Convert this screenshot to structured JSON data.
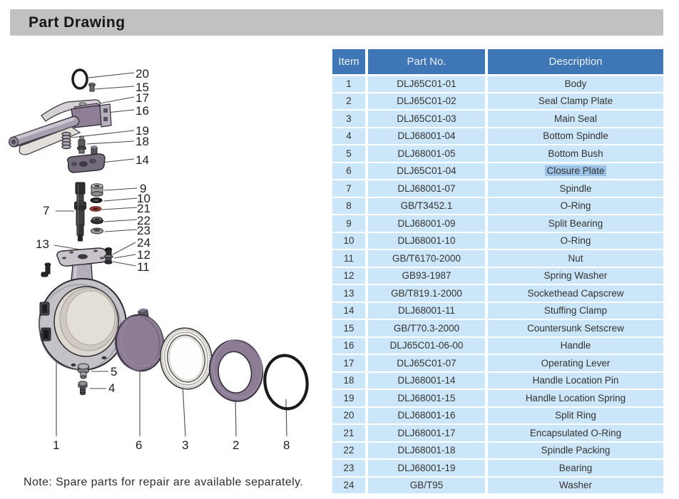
{
  "page": {
    "title": "Part Drawing",
    "note": "Note: Spare parts for repair are available separately."
  },
  "colors": {
    "title-bar-gray": "#c1c1c1",
    "header-blue": "#3e76b6",
    "row-blue": "#cbe6f8",
    "selection-blue": "#9cc3e5"
  },
  "drawing": {
    "callouts": [
      "20",
      "15",
      "17",
      "16",
      "19",
      "18",
      "14",
      "9",
      "10",
      "21",
      "22",
      "23",
      "7",
      "13",
      "24",
      "12",
      "11",
      "5",
      "4",
      "1",
      "6",
      "3",
      "2",
      "8"
    ]
  },
  "table": {
    "headers": [
      "Item",
      "Part No.",
      "Description"
    ],
    "highlighted_item": "6",
    "rows": [
      [
        "1",
        "DLJ65C01-01",
        "Body"
      ],
      [
        "2",
        "DLJ65C01-02",
        "Seal Clamp Plate"
      ],
      [
        "3",
        "DLJ65C01-03",
        "Main Seal"
      ],
      [
        "4",
        "DLJ68001-04",
        "Bottom Spindle"
      ],
      [
        "5",
        "DLJ68001-05",
        "Bottom Bush"
      ],
      [
        "6",
        "DLJ65C01-04",
        "Closure Plate"
      ],
      [
        "7",
        "DLJ68001-07",
        "Spindle"
      ],
      [
        "8",
        "GB/T3452.1",
        "O-Ring"
      ],
      [
        "9",
        "DLJ68001-09",
        "Split Bearing"
      ],
      [
        "10",
        "DLJ68001-10",
        "O-Ring"
      ],
      [
        "11",
        "GB/T6170-2000",
        "Nut"
      ],
      [
        "12",
        "GB93-1987",
        "Spring Washer"
      ],
      [
        "13",
        "GB/T819.1-2000",
        "Sockethead Capscrew"
      ],
      [
        "14",
        "DLJ68001-11",
        "Stuffing Clamp"
      ],
      [
        "15",
        "GB/T70.3-2000",
        "Countersunk Setscrew"
      ],
      [
        "16",
        "DLJ65C01-06-00",
        "Handle"
      ],
      [
        "17",
        "DLJ65C01-07",
        "Operating Lever"
      ],
      [
        "18",
        "DLJ68001-14",
        "Handle Location Pin"
      ],
      [
        "19",
        "DLJ68001-15",
        "Handle Location Spring"
      ],
      [
        "20",
        "DLJ68001-16",
        "Split Ring"
      ],
      [
        "21",
        "DLJ68001-17",
        "Encapsulated O-Ring"
      ],
      [
        "22",
        "DLJ68001-18",
        "Spindle Packing"
      ],
      [
        "23",
        "DLJ68001-19",
        "Bearing"
      ],
      [
        "24",
        "GB/T95",
        "Washer"
      ]
    ]
  }
}
